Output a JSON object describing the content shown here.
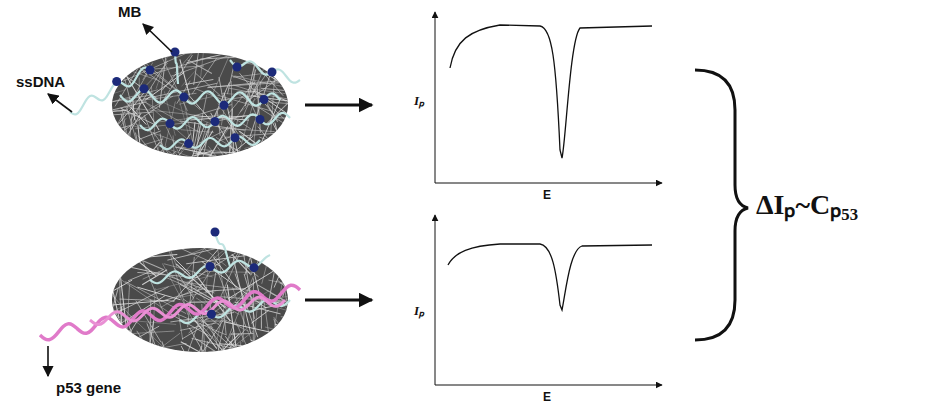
{
  "diagram": {
    "labels": [
      "MB",
      "ssDNA",
      "Iₚ",
      "E",
      "p53 gene",
      "Iₚ",
      "E",
      "ΔIₚ~Cₚ₅₃"
    ]
  }
}
